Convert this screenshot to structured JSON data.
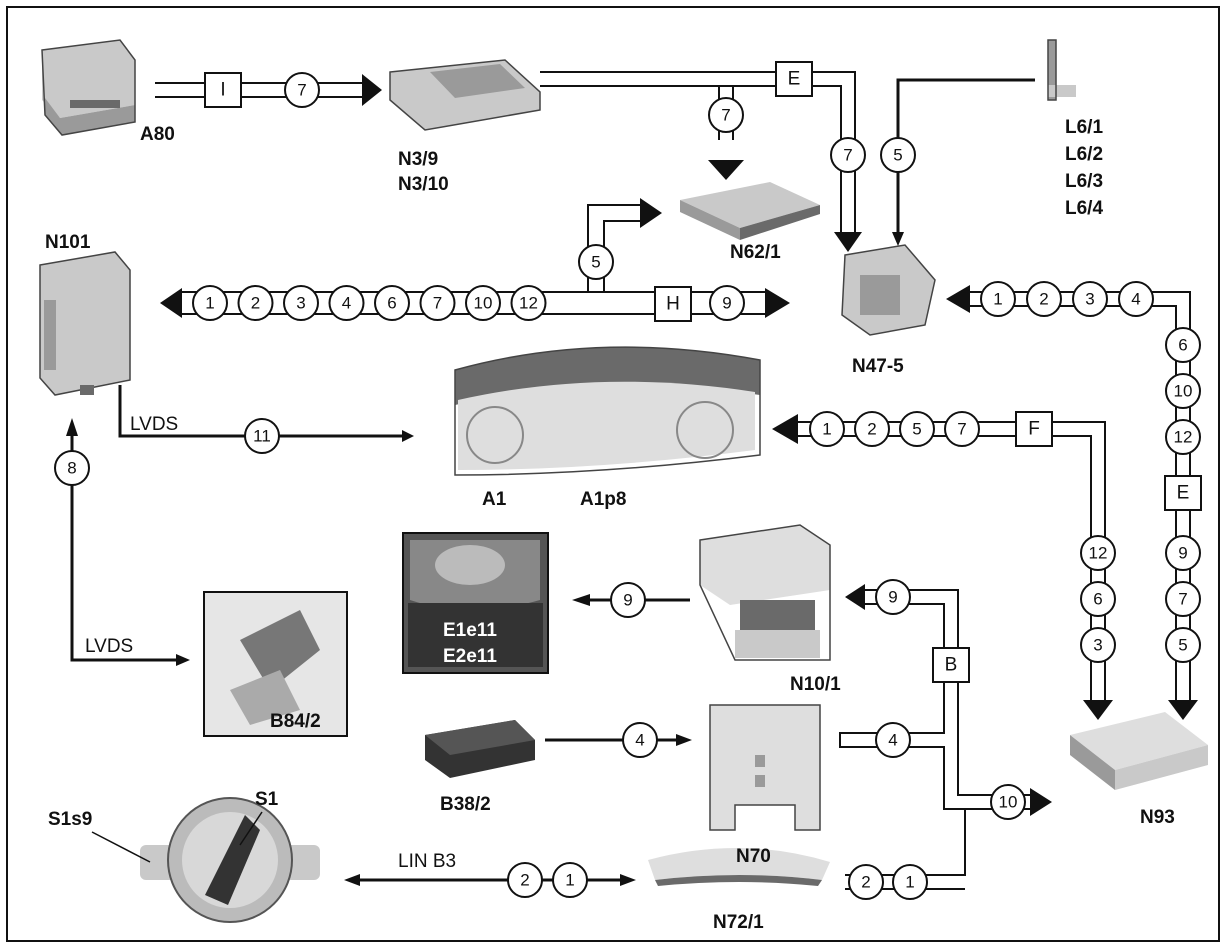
{
  "components": {
    "A80": "A80",
    "N3_9": "N3/9",
    "N3_10": "N3/10",
    "L6_1": "L6/1",
    "L6_2": "L6/2",
    "L6_3": "L6/3",
    "L6_4": "L6/4",
    "N101": "N101",
    "N62_1": "N62/1",
    "N47_5": "N47-5",
    "A1": "A1",
    "A1p8": "A1p8",
    "E1e11": "E1e11",
    "E2e11": "E2e11",
    "N10_1": "N10/1",
    "B84_2": "B84/2",
    "B38_2": "B38/2",
    "N70": "N70",
    "N93": "N93",
    "S1s9": "S1s9",
    "S1": "S1",
    "N72_1": "N72/1"
  },
  "bus_labels": {
    "I": "I",
    "E_top": "E",
    "H": "H",
    "F": "F",
    "E_right": "E",
    "B": "B"
  },
  "line_labels": {
    "lvds_a1": "LVDS",
    "lvds_b84": "LVDS",
    "lin_b3": "LIN B3"
  },
  "signals": {
    "a80_to_n3": [
      "7"
    ],
    "n3_to_n62": [
      "7"
    ],
    "n3_to_n47": [
      "7"
    ],
    "l6_to_n47": [
      "5"
    ],
    "to_n62_branch": [
      "5"
    ],
    "n101_bus": [
      "1",
      "2",
      "3",
      "4",
      "6",
      "7",
      "10",
      "12"
    ],
    "h_to_n47": [
      "9"
    ],
    "n93_to_n47_horizontal": [
      "1",
      "2",
      "3",
      "4"
    ],
    "n93_to_n47_vertical": [
      "6",
      "10",
      "12"
    ],
    "e_right_down": [
      "9",
      "7",
      "5"
    ],
    "a1_bus": [
      "1",
      "2",
      "5",
      "7"
    ],
    "f_down": [
      "12",
      "6",
      "3"
    ],
    "n101_to_a1": [
      "11"
    ],
    "n101_to_b84": [
      "8"
    ],
    "n10_to_e1": [
      "9"
    ],
    "b_to_n10": [
      "9"
    ],
    "b38_to_n70": [
      "4"
    ],
    "n70_bus": [
      "4"
    ],
    "to_n93_bottom": [
      "10"
    ],
    "lin_b3": [
      "2",
      "1"
    ],
    "n72_bus": [
      "2",
      "1"
    ]
  }
}
